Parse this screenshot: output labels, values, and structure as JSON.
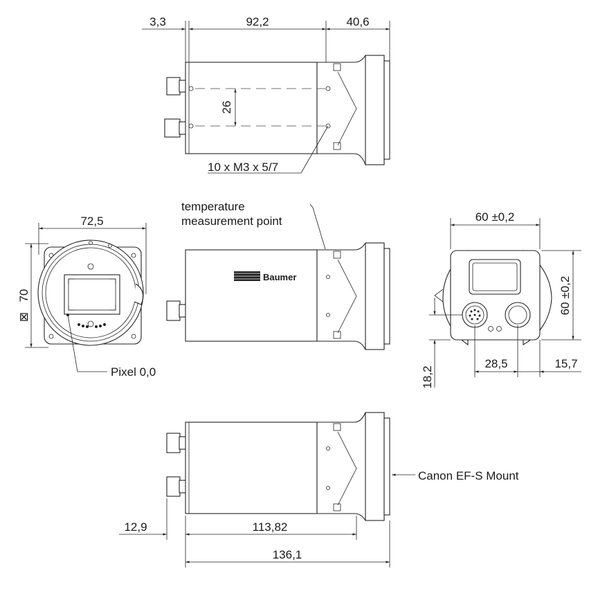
{
  "dimensions": {
    "top_left_offset": "3,3",
    "top_body_length": "92,2",
    "top_mount_length": "40,6",
    "hole_spacing": "26",
    "front_width": "72,5",
    "front_height": "70",
    "rear_width": "60 ±0,2",
    "rear_height": "60 ±0,2",
    "rear_connector_spacing": "28,5",
    "rear_right_offset": "15,7",
    "rear_bottom_offset": "18,2",
    "bottom_connector_offset": "12,9",
    "bottom_body_length": "113,82",
    "total_length": "136,1"
  },
  "labels": {
    "thread_spec": "10 x  M3 x 5/7",
    "temperature_point": "temperature\nmeasurement point",
    "temperature_line1": "temperature",
    "temperature_line2": "measurement point",
    "pixel_origin": "Pixel 0,0",
    "mount": "Canon EF-S Mount",
    "square_symbol": "⊠",
    "brand": "Baumer"
  }
}
